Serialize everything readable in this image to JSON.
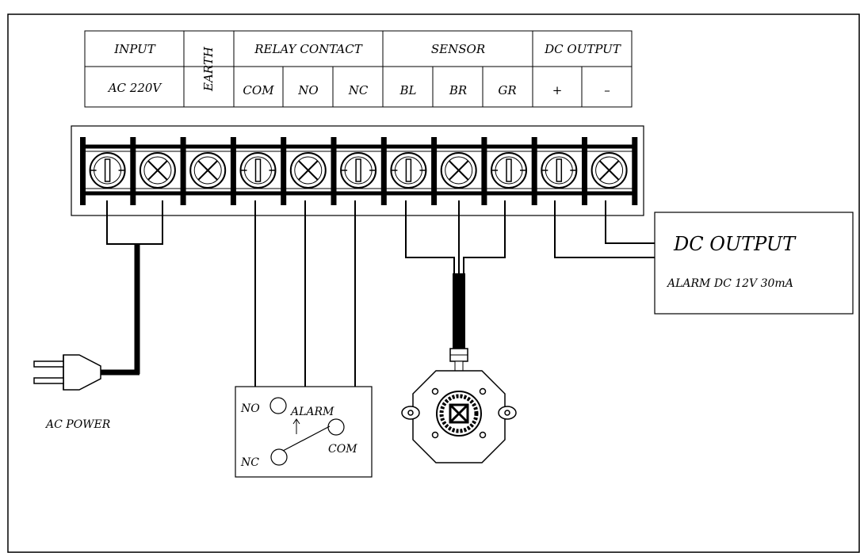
{
  "table": {
    "headers": {
      "input": "INPUT",
      "earth": "EARTH",
      "relay": "RELAY CONTACT",
      "sensor": "SENSOR",
      "dc_output": "DC OUTPUT"
    },
    "sub": {
      "ac": "AC 220V",
      "com": "COM",
      "no": "NO",
      "nc": "NC",
      "bl": "BL",
      "br": "BR",
      "gr": "GR",
      "plus": "+",
      "minus": "–"
    }
  },
  "dc_box": {
    "title": "DC OUTPUT",
    "spec": "ALARM DC 12V 30mA"
  },
  "ac_power_label": "AC POWER",
  "relay_box": {
    "no": "NO",
    "alarm": "ALARM",
    "nc": "NC",
    "com": "COM"
  }
}
